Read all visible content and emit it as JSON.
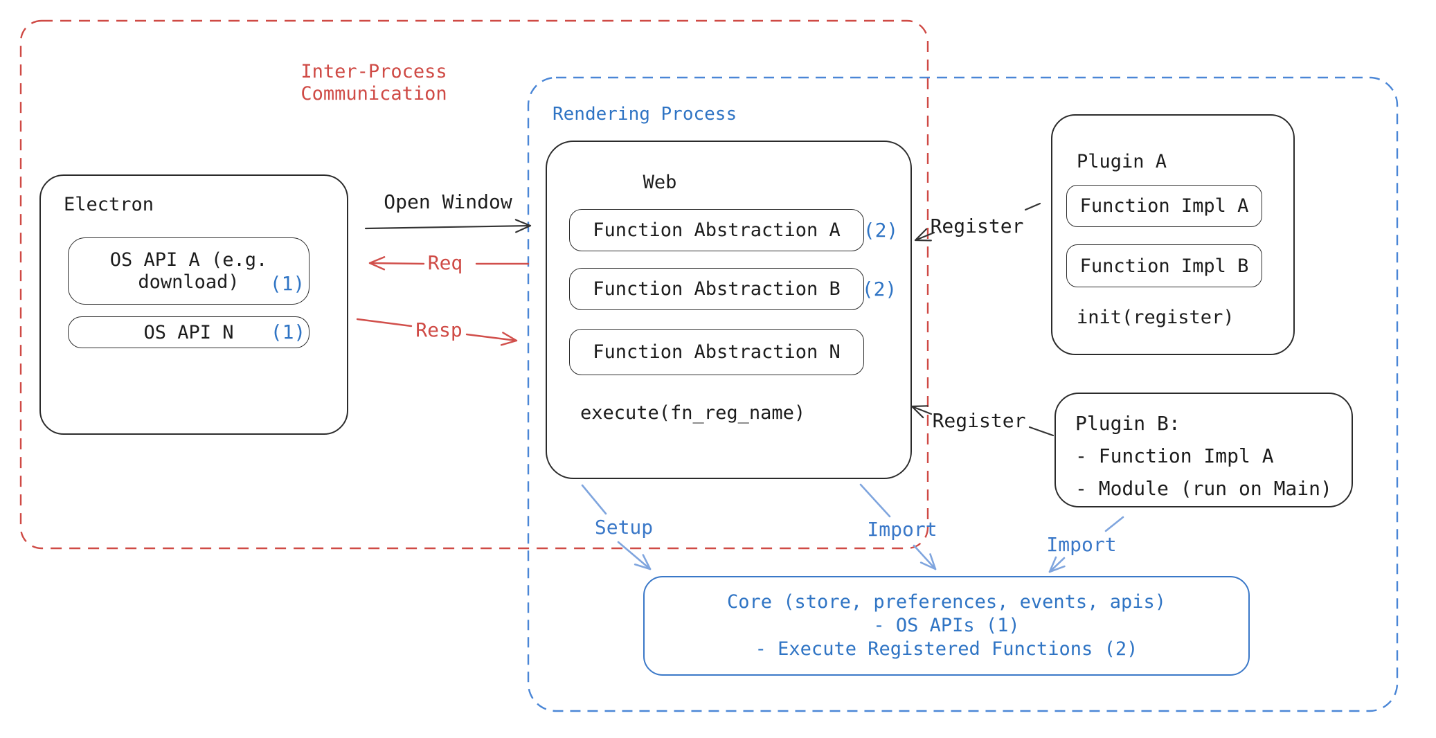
{
  "colors": {
    "red": "#cf4a45",
    "blue_text": "#2f74c4",
    "blue_dashed_border": "#4a86d6",
    "red_dashed_border": "#cf4a45",
    "light_blue_arrow": "#7fa5de",
    "black_stroke": "#2b2b2b"
  },
  "boundaries": {
    "ipc": {
      "label": "Inter-Process\nCommunication"
    },
    "rendering": {
      "label": "Rendering Process"
    }
  },
  "electron": {
    "title": "Electron",
    "os_api_a": {
      "label": "OS API A (e.g.\ndownload)",
      "badge": "(1)"
    },
    "os_api_n": {
      "label": "OS API N",
      "badge": "(1)"
    }
  },
  "web": {
    "title": "Web",
    "abstractions": [
      {
        "label": "Function Abstraction A",
        "badge": "(2)"
      },
      {
        "label": "Function Abstraction B",
        "badge": "(2)"
      },
      {
        "label": "Function Abstraction N",
        "badge": ""
      }
    ],
    "execute": "execute(fn_reg_name)"
  },
  "plugin_a": {
    "title": "Plugin A",
    "impls": [
      "Function Impl A",
      "Function Impl B"
    ],
    "init": "init(register)"
  },
  "plugin_b": {
    "text": "Plugin B:\n- Function Impl A\n- Module (run on Main)"
  },
  "core": {
    "text": "Core (store, preferences, events, apis)\n- OS APIs (1)\n- Execute Registered Functions (2)"
  },
  "arrows": {
    "open_window": "Open Window",
    "req": "Req",
    "resp": "Resp",
    "register_a": "Register",
    "register_b": "Register",
    "setup": "Setup",
    "import_web": "Import",
    "import_plugin": "Import"
  }
}
